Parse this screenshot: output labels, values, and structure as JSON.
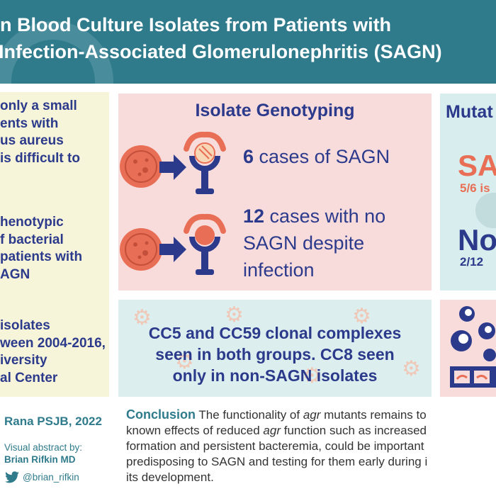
{
  "header": {
    "title_line1": "n Blood Culture Isolates from Patients with",
    "title_line2": "Infection-Associated Glomerulonephritis (SAGN)"
  },
  "left_panel": {
    "block1": [
      "only a small",
      "ents with",
      "us aureus",
      "is difficult to"
    ],
    "block2": [
      "henotypic",
      "f bacterial",
      "patients with",
      "AGN"
    ],
    "block3": [
      "isolates",
      "ween 2004-2016,",
      "iversity",
      "al Center"
    ]
  },
  "genotyping": {
    "title": "Isolate Genotyping",
    "case1_number": "6",
    "case1_text": " cases of SAGN",
    "case2_number": "12",
    "case2_text": " cases with no",
    "case2_line2": "SAGN despite",
    "case2_line3": "infection"
  },
  "clonal": {
    "line1": "CC5 and CC59 clonal complexes",
    "line2": "seen in both groups. CC8 seen",
    "line3": "only in non-SAGN isolates"
  },
  "mutations": {
    "title": "Mutat",
    "sagn_big": "SA",
    "sagn_small": "5/6 is",
    "no_big": "No",
    "no_small": "2/12"
  },
  "footer": {
    "citation": "Rana PSJB, 2022",
    "visual_abstract_label": "Visual abstract by:",
    "author": "Brian Rifkin MD",
    "handle": "@brian_rifkin",
    "conclusion_label": "Conclusion",
    "conclusion_line1_post": " The functionality of ",
    "agr": "agr",
    "conclusion_line1_end": " mutants remains to",
    "conclusion_line2_pre": "known effects of reduced ",
    "conclusion_line2_post": " function such as increased",
    "conclusion_line3": "formation and persistent bacteremia, could be important",
    "conclusion_line4": "predisposing to SAGN and testing for them early during i",
    "conclusion_line5": "its development."
  },
  "colors": {
    "header_teal": "#2f7b8c",
    "navy_text": "#2c3a8c",
    "coral": "#e86f55",
    "pink_panel": "#f8dcdc",
    "yellow_panel": "#f7f5d9",
    "mint_panel": "#ddeeee"
  },
  "icons": [
    "petri-dish-icon",
    "arrow-right-icon",
    "receptor-icon",
    "gear-icon",
    "bacteria-icon",
    "film-strip-icon",
    "twitter-bird-icon"
  ]
}
